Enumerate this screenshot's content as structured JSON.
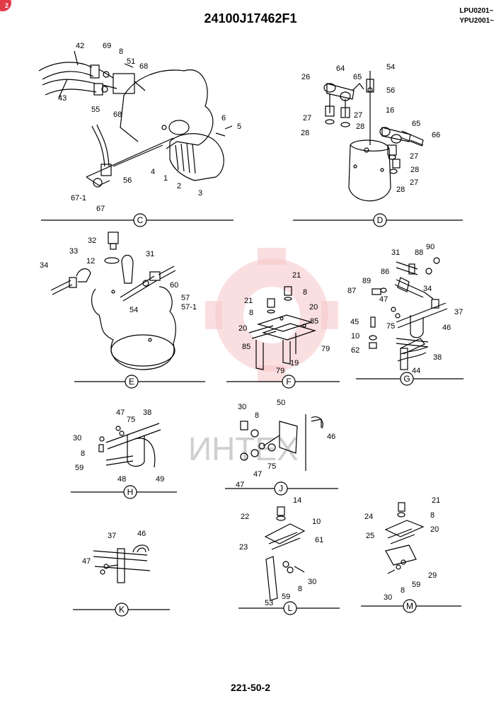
{
  "header": {
    "title": "24100J17462F1",
    "models": [
      "LPU0201~",
      "YPU2001~"
    ]
  },
  "footer": {
    "page_number": "221-50-2"
  },
  "badge": {
    "text": "2",
    "color": "#e23b4a"
  },
  "watermark": {
    "text": "ИНТЕХ",
    "color": "#f0a0a8"
  },
  "sections": {
    "C": {
      "letter": "C",
      "labels": [
        "42",
        "69",
        "8",
        "51",
        "68",
        "43",
        "55",
        "68",
        "6",
        "5",
        "4",
        "1",
        "2",
        "3",
        "56",
        "67-1",
        "67"
      ]
    },
    "D": {
      "letter": "D",
      "labels": [
        "54",
        "26",
        "64",
        "65",
        "56",
        "27",
        "27",
        "28",
        "28",
        "16",
        "65",
        "66",
        "27",
        "28",
        "27",
        "28"
      ]
    },
    "E": {
      "letter": "E",
      "labels": [
        "32",
        "33",
        "31",
        "12",
        "34",
        "60",
        "57",
        "54",
        "57-1"
      ]
    },
    "F": {
      "letter": "F",
      "labels": [
        "21",
        "8",
        "21",
        "8",
        "20",
        "85",
        "20",
        "85",
        "79",
        "19",
        "79"
      ]
    },
    "G": {
      "letter": "G",
      "labels": [
        "31",
        "88",
        "90",
        "86",
        "89",
        "87",
        "34",
        "47",
        "37",
        "75",
        "45",
        "10",
        "46",
        "62",
        "38",
        "44"
      ]
    },
    "H": {
      "letter": "H",
      "labels": [
        "47",
        "75",
        "38",
        "30",
        "8",
        "59",
        "48",
        "49"
      ]
    },
    "J": {
      "letter": "J",
      "labels": [
        "30",
        "50",
        "8",
        "46",
        "75",
        "47",
        "47"
      ]
    },
    "K": {
      "letter": "K",
      "labels": [
        "37",
        "46",
        "47"
      ]
    },
    "L": {
      "letter": "L",
      "labels": [
        "14",
        "22",
        "10",
        "61",
        "23",
        "59",
        "8",
        "30",
        "53"
      ]
    },
    "M": {
      "letter": "M",
      "labels": [
        "21",
        "24",
        "8",
        "25",
        "20",
        "29",
        "59",
        "8",
        "30"
      ]
    }
  }
}
